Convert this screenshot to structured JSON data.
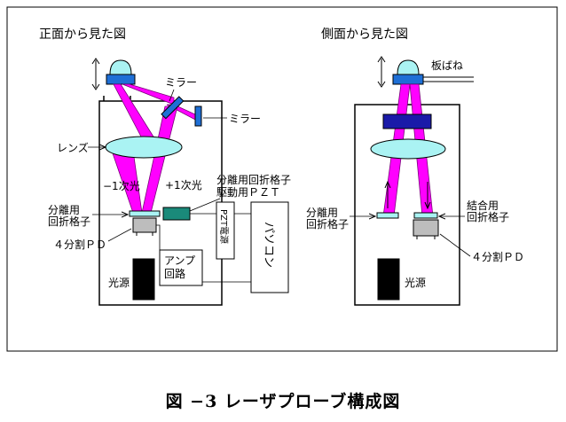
{
  "front_view": {
    "title": "正面から見た図",
    "mirror_top": "ミラー",
    "mirror_right": "ミラー",
    "lens": "レンズ",
    "order_minus": "−1次光",
    "order_plus": "+1次光",
    "pzt_label_line1": "分離用回折格子",
    "pzt_label_line2": "駆動用ＰＺＴ",
    "pzt_power": "PZT電源",
    "pc": "パソコン",
    "grating_line1": "分離用",
    "grating_line2": "回折格子",
    "pd": "４分割ＰＤ",
    "amp_line1": "アンプ",
    "amp_line2": "回路",
    "light_source": "光源"
  },
  "side_view": {
    "title": "側面から見た図",
    "leaf_spring": "板ばね",
    "grating_left_line1": "分離用",
    "grating_left_line2": "回折格子",
    "grating_right_line1": "結合用",
    "grating_right_line2": "回折格子",
    "pd": "４分割ＰＤ",
    "light_source": "光源"
  },
  "caption": "図 −3 レーザプローブ構成図",
  "colors": {
    "beam": "#ff00ff",
    "component_blue": "#1e6fd6",
    "lens": "#aaf3f3",
    "pzt": "#1a8a7a",
    "mirror_dark": "#1a1aa8",
    "source": "#000000",
    "pd": "#bdbdbd"
  }
}
